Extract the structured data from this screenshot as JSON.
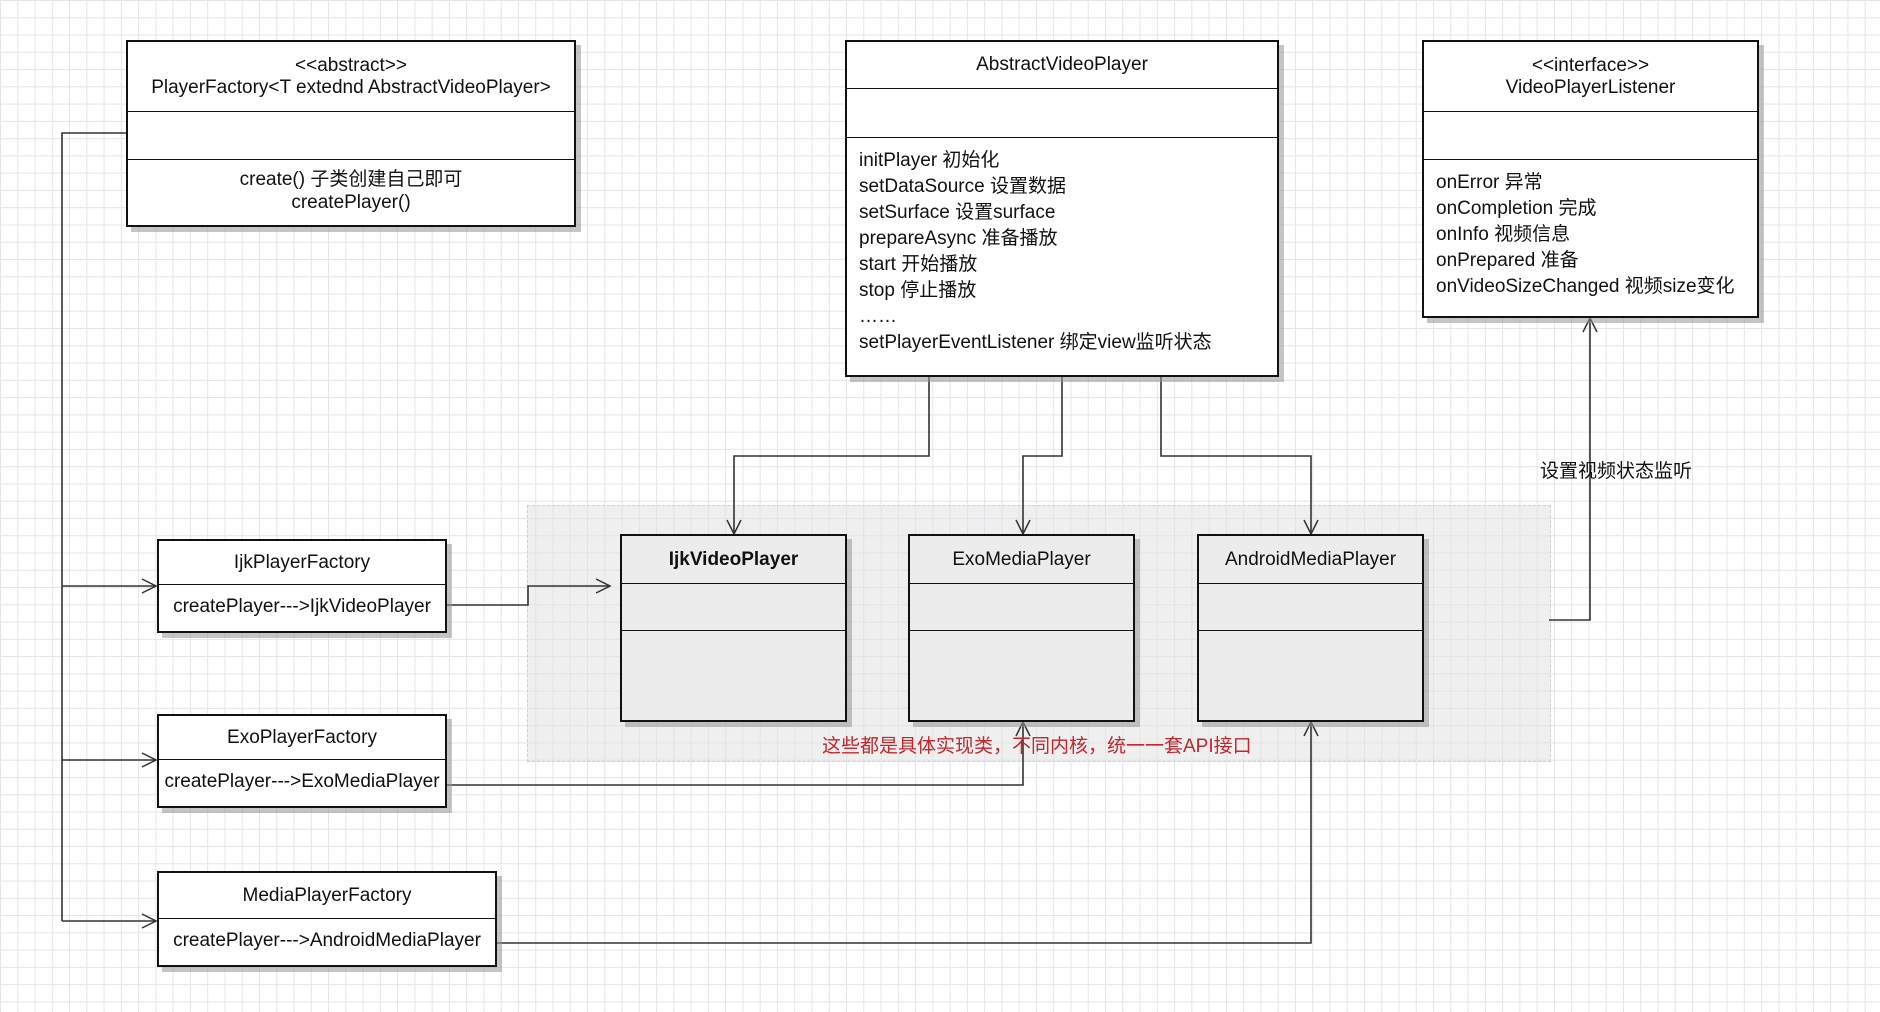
{
  "player_factory": {
    "stereotype": "<<abstract>>",
    "name": "PlayerFactory<T extednd AbstractVideoPlayer>",
    "operations": [
      "create()  子类创建自己即可",
      "createPlayer()"
    ]
  },
  "abstract_video_player": {
    "name": "AbstractVideoPlayer",
    "operations": [
      "initPlayer   初始化",
      "setDataSource  设置数据",
      "setSurface  设置surface",
      "prepareAsync  准备播放",
      "start 开始播放",
      "stop  停止播放",
      "……",
      "setPlayerEventListener 绑定view监听状态"
    ]
  },
  "video_player_listener": {
    "stereotype": "<<interface>>",
    "name": "VideoPlayerListener",
    "operations": [
      "onError 异常",
      "onCompletion  完成",
      "onInfo  视频信息",
      "onPrepared   准备",
      "onVideoSizeChanged  视频size变化"
    ]
  },
  "ijk_player_factory": {
    "name": "IjkPlayerFactory",
    "operation": "createPlayer--->IjkVideoPlayer"
  },
  "exo_player_factory": {
    "name": "ExoPlayerFactory",
    "operation": "createPlayer--->ExoMediaPlayer"
  },
  "media_player_factory": {
    "name": "MediaPlayerFactory",
    "operation": "createPlayer--->AndroidMediaPlayer"
  },
  "ijk_video_player": {
    "name": "IjkVideoPlayer"
  },
  "exo_media_player": {
    "name": "ExoMediaPlayer"
  },
  "android_media_player": {
    "name": "AndroidMediaPlayer"
  },
  "concrete_note": "这些都是具体实现类，不同内核，统一一套API接口",
  "listener_label": "设置视频状态监听",
  "colors": {
    "note": "#c0282d",
    "border": "#111111",
    "group_bg": "#e6e6e6",
    "grid": "#e4e4ee"
  }
}
